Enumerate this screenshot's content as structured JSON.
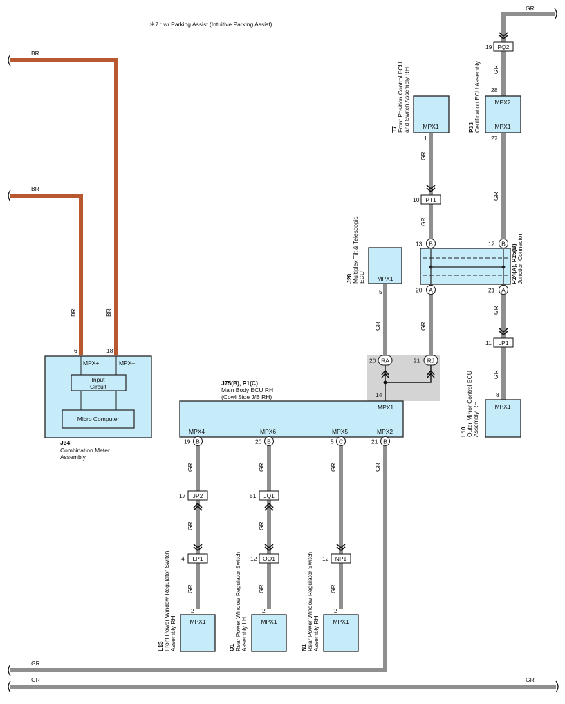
{
  "note": "＊7 : w/ Parking Assist (Intuitive Parking Assist)",
  "wire_labels": {
    "gr": "GR",
    "br": "BR"
  },
  "components": {
    "j34": {
      "code": "J34",
      "name1": "Combination Meter",
      "name2": "Assembly",
      "pin_pos": "MPX+",
      "pin_neg": "MPX–",
      "pin_pos_no": "6",
      "pin_neg_no": "18",
      "input": "Input",
      "circuit": "Circuit",
      "micro": "Micro Computer"
    },
    "j75": {
      "code": "J75(B), P1(C)",
      "name1": "Main Body ECU RH",
      "name2": "(Cowl Side J/B RH)",
      "mpx1": "MPX1",
      "mpx4": "MPX4",
      "mpx6": "MPX6",
      "mpx5": "MPX5",
      "mpx2": "MPX2",
      "pin14": "14",
      "pin19": "19",
      "pin20": "20",
      "pin5": "5",
      "pin21": "21",
      "cB": "B",
      "cC": "C"
    },
    "j28": {
      "code": "J28",
      "name1": "Multiplex Tilt & Telescopic",
      "name2": "ECU",
      "pin": "MPX1",
      "pin_no": "5"
    },
    "t7": {
      "code": "T7",
      "name1": "Front Position Control ECU",
      "name2": "and Switch Assembly RH",
      "pin": "MPX1",
      "pin_no": "1"
    },
    "p33": {
      "code": "P33",
      "name1": "Certification ECU Assembly",
      "pin_a": "MPX2",
      "pin_b": "MPX1",
      "pin_a_no": "28",
      "pin_b_no": "27"
    },
    "p24": {
      "code": "P24(A), P25(B)",
      "name1": "Junction Connector",
      "p13": "13",
      "p12": "12",
      "p20": "20",
      "p21": "21",
      "cA": "A",
      "cB": "B"
    },
    "l10": {
      "code": "L10",
      "name1": "Outer Mirror Control ECU",
      "name2": "Assembly RH",
      "pin": "MPX1",
      "pin_no": "8"
    },
    "l13": {
      "code": "L13",
      "name1": "Front Power Window Regulator Switch",
      "name2": "Assembly RH",
      "pin": "MPX1",
      "pin_no": "2"
    },
    "o1": {
      "code": "O1",
      "name1": "Rear Power Window Regulator Switch",
      "name2": "Assembly LH",
      "pin": "MPX1",
      "pin_no": "2"
    },
    "n1": {
      "code": "N1",
      "name1": "Rear Power Window Regulator Switch",
      "name2": "Assembly RH",
      "pin": "MPX1",
      "pin_no": "2"
    }
  },
  "junctions": {
    "ra": "RA",
    "rj": "RJ",
    "ra_no": "20",
    "rj_no": "21"
  },
  "connectors": {
    "pq2": {
      "name": "PQ2",
      "pin": "19"
    },
    "pt1": {
      "name": "PT1",
      "pin": "10"
    },
    "lp1a": {
      "name": "LP1",
      "pin": "11"
    },
    "jp2": {
      "name": "JP2",
      "pin": "17"
    },
    "jq1": {
      "name": "JQ1",
      "pin": "51"
    },
    "lp1b": {
      "name": "LP1",
      "pin": "4"
    },
    "oq1": {
      "name": "OQ1",
      "pin": "12"
    },
    "np1": {
      "name": "NP1",
      "pin": "12"
    }
  },
  "colors": {
    "gr_wire": "#8f8f8f",
    "br_wire": "#b8582f",
    "box_fill": "#c7ecf9",
    "shade": "#d4d4d4"
  }
}
